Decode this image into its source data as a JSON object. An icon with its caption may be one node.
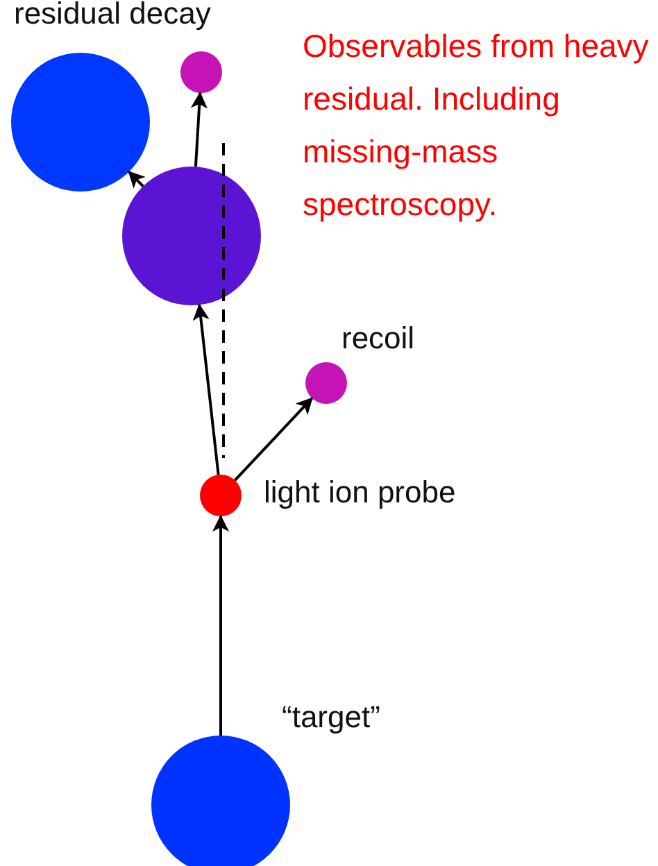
{
  "diagram": {
    "nodes": [
      {
        "text": [],
        "shape": "circle",
        "beside": [
          "“target”"
        ]
      },
      {
        "text": [],
        "shape": "circle",
        "beside": [
          "light ion probe"
        ]
      },
      {
        "text": [],
        "shape": "circle",
        "beside": [
          "recoil"
        ]
      },
      {
        "text": [],
        "shape": "circle"
      },
      {
        "text": [],
        "shape": "circle"
      },
      {
        "text": [],
        "shape": "circle"
      }
    ],
    "edges": [
      {
        "from": 0,
        "to": 1,
        "arrow": "to"
      },
      {
        "from": 1,
        "to": 2,
        "arrow": "to"
      },
      {
        "from": 1,
        "to": 3,
        "arrow": "to"
      },
      {
        "from": 3,
        "to": 4,
        "arrow": "to"
      },
      {
        "from": 3,
        "to": 5,
        "arrow": "to"
      }
    ],
    "labels": [
      "residual decay",
      "Observables from heavy residual. Including missing-mass spectroscopy."
    ]
  }
}
